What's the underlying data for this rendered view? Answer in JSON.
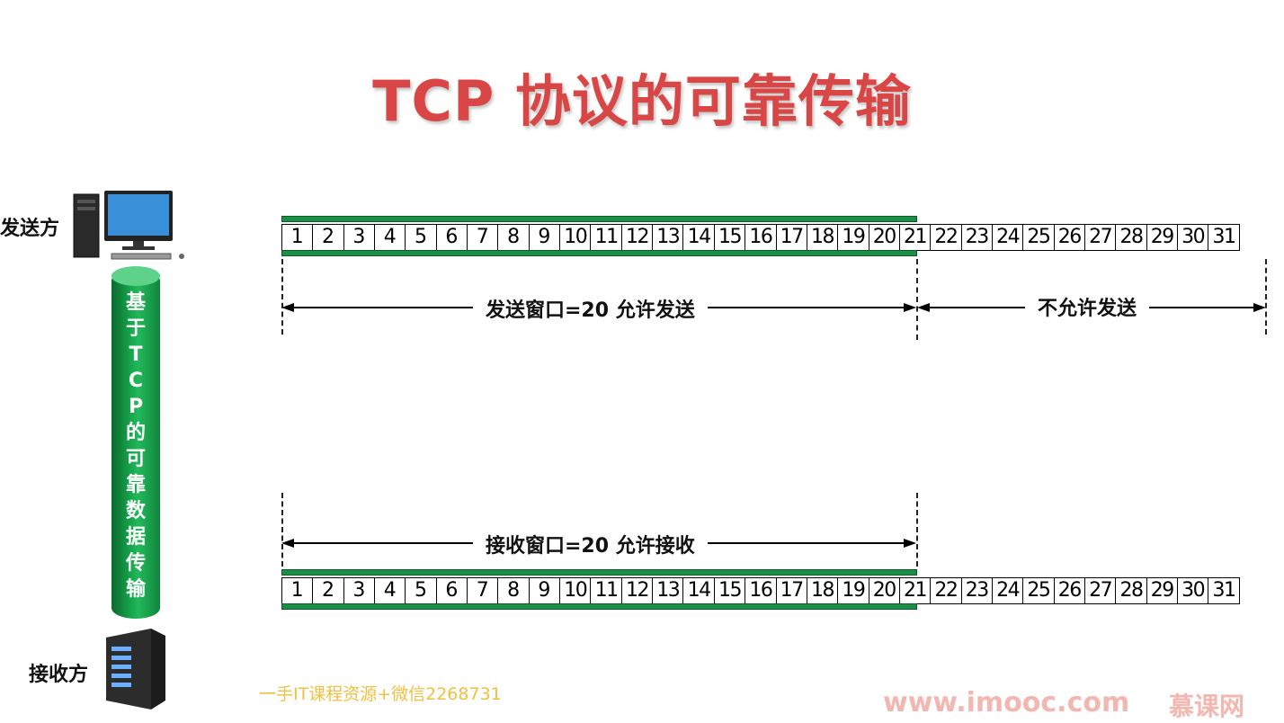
{
  "title": "TCP 协议的可靠传输",
  "sender_label": "发送方",
  "receiver_label": "接收方",
  "tube_chars": [
    "基",
    "于",
    "T",
    "C",
    "P",
    "的",
    "可",
    "靠",
    "数",
    "据",
    "传",
    "输"
  ],
  "sequence": [
    "1",
    "2",
    "3",
    "4",
    "5",
    "6",
    "7",
    "8",
    "9",
    "10",
    "11",
    "12",
    "13",
    "14",
    "15",
    "16",
    "17",
    "18",
    "19",
    "20",
    "21",
    "22",
    "23",
    "24",
    "25",
    "26",
    "27",
    "28",
    "29",
    "30",
    "31"
  ],
  "send_window_label": "发送窗口=20 允许发送",
  "not_allowed_label": "不允许发送",
  "recv_window_label": "接收窗口=20 允许接收",
  "watermark": "一手IT课程资源+微信2268731",
  "footer_url": "www.imooc.com",
  "footer_brand": "慕课网",
  "colors": {
    "title": "#d94646",
    "window_bar": "#1b8f45",
    "tube": "#17a64d"
  }
}
